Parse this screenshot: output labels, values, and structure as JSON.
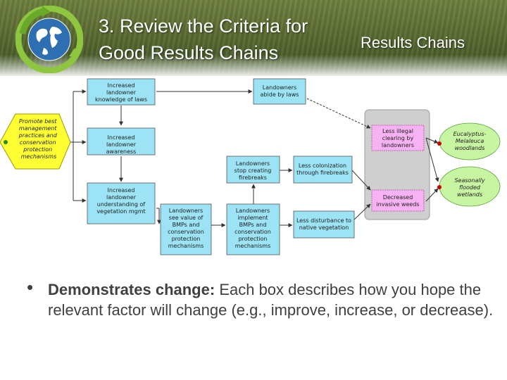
{
  "slide": {
    "title_line1": "3. Review the Criteria for",
    "title_line2": "Good Results Chains",
    "title_overlay": "Results Chains"
  },
  "diagram": {
    "strategy": "Promote best management practices and conservation protection mechanisms",
    "box_knowledge": "Increased landowner knowledge of laws",
    "box_abide": "Landowners abide by laws",
    "box_awareness": "Increased landowner awareness",
    "box_understanding": "Increased landowner understanding of vegetation mgmt",
    "box_see_value": "Landowners see value of BMPs and conservation protection mechanisms",
    "box_implement": "Landowners implement BMPs and conservation protection mechanisms",
    "box_stop_firebreaks": "Landowners stop creating firebreaks",
    "box_less_colonization": "Less colonization through firebreaks",
    "box_less_disturbance": "Less disturbance to native vegetation",
    "threat_clearing": "Less illegal clearing by landowners",
    "threat_weeds": "Decreased invasive weeds",
    "target_woodlands": "Eucalyptus-Melaleuca woodlands",
    "target_wetlands": "Seasonally flooded wetlands"
  },
  "bullet": {
    "lead": "Demonstrates change:",
    "text": "Each box describes how you hope the relevant factor will change (e.g., improve, increase, or decrease)."
  },
  "colors": {
    "factor_box": "#9be3f5",
    "strategy": "#ffff33",
    "threat_box": "#f6b2f2",
    "target": "#c8f5a2",
    "group_bg": "#cfcfcf"
  }
}
